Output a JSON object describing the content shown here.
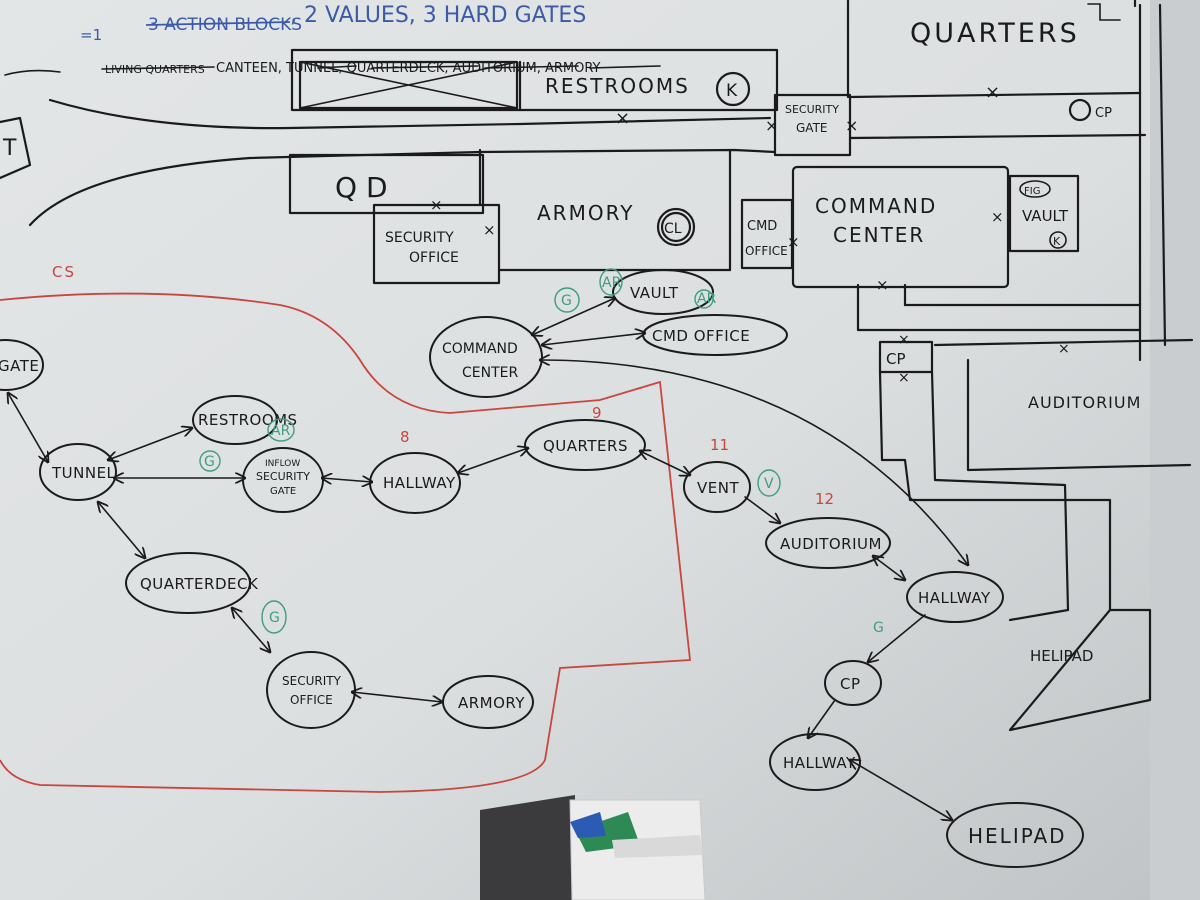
{
  "header": {
    "line1_struck": "3 ACTION BLOCKS",
    "line1_rest": ", 2 VALUES, 3 HARD GATES",
    "line1_prefix": "=1",
    "line2_struck": "LIVING QUARTERS",
    "line2_rest": "CANTEEN, TUNNEL, QUARTERDECK, AUDITORIUM, ARMORY"
  },
  "map": {
    "quarters": "QUARTERS",
    "restrooms": "RESTROOMS",
    "restrooms_marker": "K",
    "security_gate": [
      "SECURITY",
      "GATE"
    ],
    "cp_top": "CP",
    "qd": "Q D",
    "security_office": [
      "SECURITY",
      "OFFICE"
    ],
    "armory": "ARMORY",
    "armory_marker": "CL",
    "cmd_office": [
      "CMD",
      "OFFICE"
    ],
    "command_center": [
      "COMMAND",
      "CENTER"
    ],
    "vault": "VAULT",
    "vault_marker_top": "FIG",
    "vault_marker_bottom": "K",
    "cp_mid": "CP",
    "auditorium": "AUDITORIUM",
    "helipad": "HELIPAD",
    "edge_letter": "T"
  },
  "graph": {
    "region_label": "CS",
    "nodes": {
      "gate": "GATE",
      "tunnel": "TUNNEL",
      "restrooms": "RESTROOMS",
      "inflow_security_gate": [
        "INFLOW",
        "SECURITY",
        "GATE"
      ],
      "hallway_8": "HALLWAY",
      "quarters": "QUARTERS",
      "vent": "VENT",
      "auditorium": "AUDITORIUM",
      "hallway_right": "HALLWAY",
      "cp": "CP",
      "hallway_bottom": "HALLWAY",
      "helipad": "HELIPAD",
      "quarterdeck": "QUARTERDECK",
      "security_office": [
        "SECURITY",
        "OFFICE"
      ],
      "armory": "ARMORY",
      "command_center": [
        "COMMAND",
        "CENTER"
      ],
      "vault": "VAULT",
      "cmd_office": "CMD OFFICE"
    },
    "numbers": {
      "hallway": "8",
      "quarters": "9",
      "vent": "11",
      "auditorium": "12"
    },
    "green_marks": {
      "inflow_g": "G",
      "inflow_ar": "AR",
      "vent_v": "V",
      "quarterdeck_g": "G",
      "cp_g": "G",
      "command_g": "G",
      "vault_ar": "AR",
      "vault_ar2": "AR"
    }
  }
}
